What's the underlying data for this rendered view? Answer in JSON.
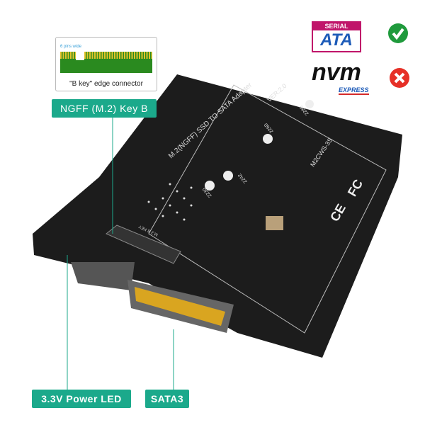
{
  "legend_card": {
    "pins_note": "6 pins wide",
    "caption": "\"B key\"  edge connector"
  },
  "labels": {
    "key": "NGFF  (M.2)  Key  B",
    "led": "3.3V Power  LED",
    "sata": "SATA3"
  },
  "logos": {
    "sata": {
      "top": "SERIAL",
      "main": "ATA",
      "status": "supported",
      "status_icon": "check-circle-icon",
      "status_color": "#1f9a3c"
    },
    "nvme": {
      "main": "nvm",
      "sub": "EXPRESS",
      "status": "unsupported",
      "status_icon": "x-circle-icon",
      "status_color": "#e63027"
    }
  },
  "board": {
    "title": "M.2(NGFF) SSD TO SATA Adapter",
    "version": "VER:2.0",
    "model": "M2CWS-3S",
    "sizes": [
      "2230",
      "2242",
      "2260",
      "2280"
    ],
    "marks": [
      "CE",
      "FC"
    ],
    "slot_label": "M.2 B KEY"
  },
  "colors": {
    "accent": "#1ba98b",
    "board": "#1c1c1c",
    "gold": "#d9a520"
  }
}
